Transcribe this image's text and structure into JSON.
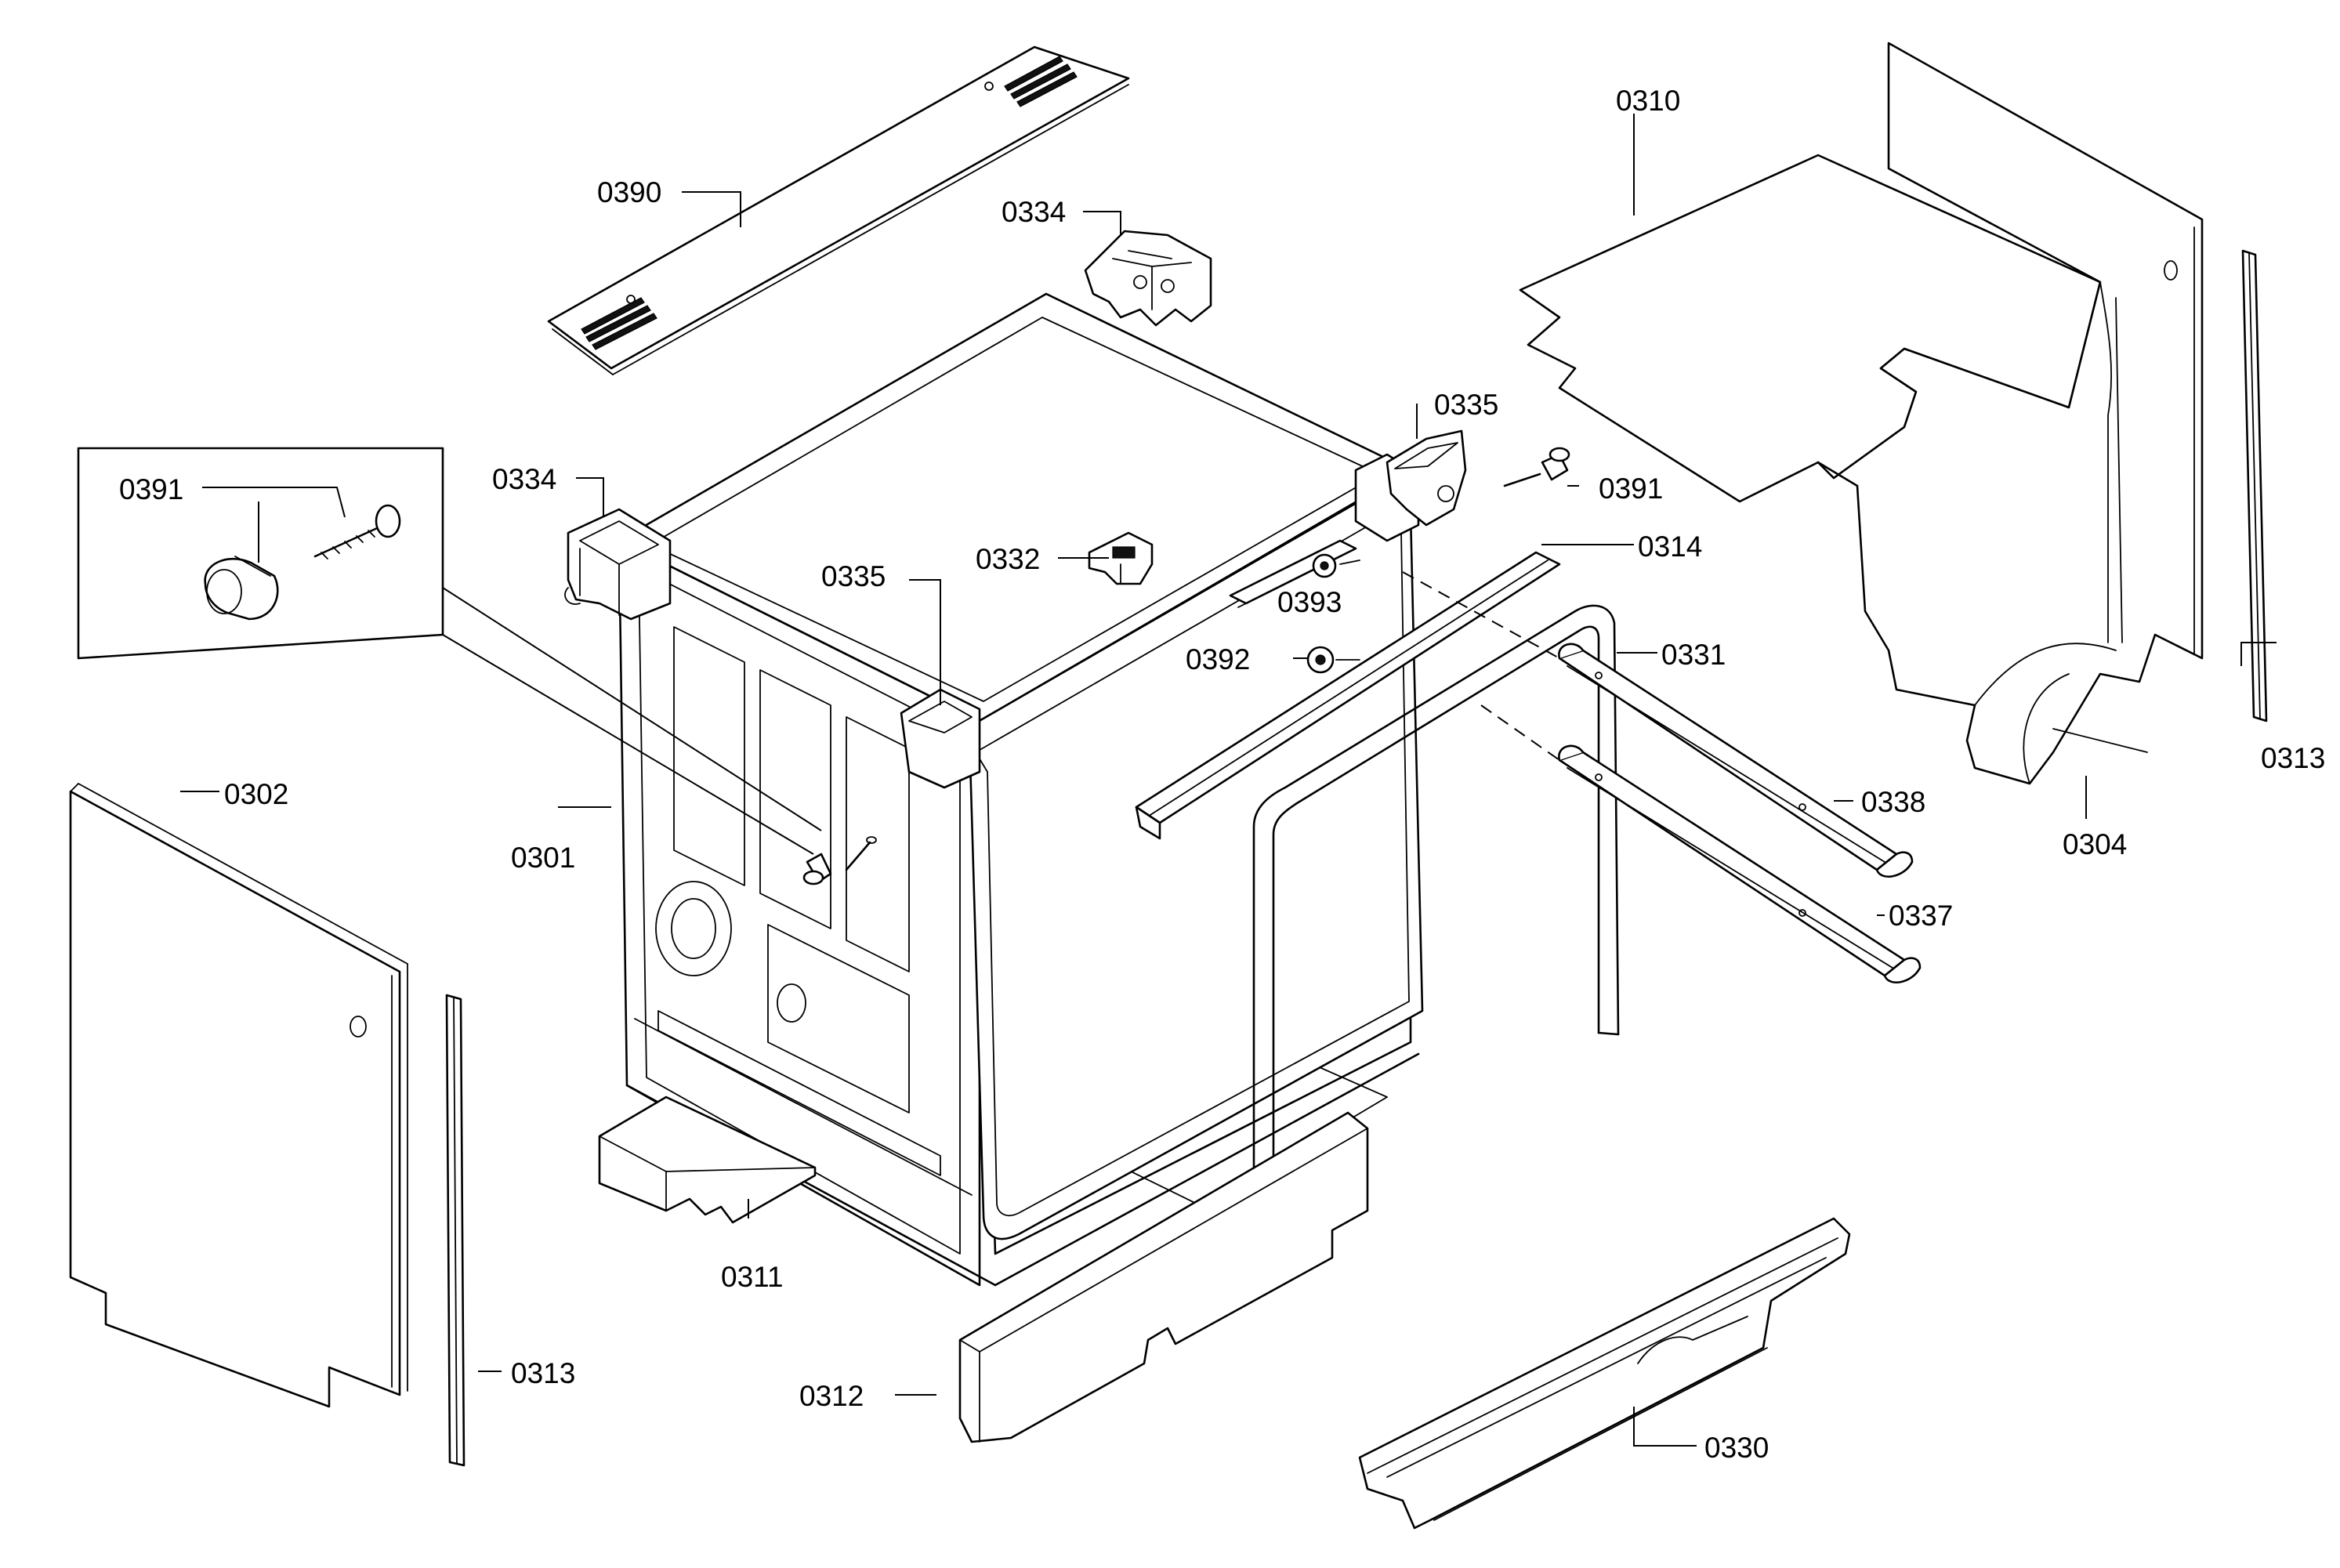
{
  "diagram": {
    "labels": {
      "p0390": "0390",
      "p0334_top": "0334",
      "p0310": "0310",
      "p0334_left": "0334",
      "p0391_inset": "0391",
      "p0335_right": "0335",
      "p0391_right": "0391",
      "p0332": "0332",
      "p0335_center": "0335",
      "p0314": "0314",
      "p0393": "0393",
      "p0392": "0392",
      "p0331": "0331",
      "p0313_right": "0313",
      "p0302": "0302",
      "p0338": "0338",
      "p0304": "0304",
      "p0301": "0301",
      "p0337": "0337",
      "p0311": "0311",
      "p0313_left": "0313",
      "p0312": "0312",
      "p0330": "0330"
    }
  }
}
